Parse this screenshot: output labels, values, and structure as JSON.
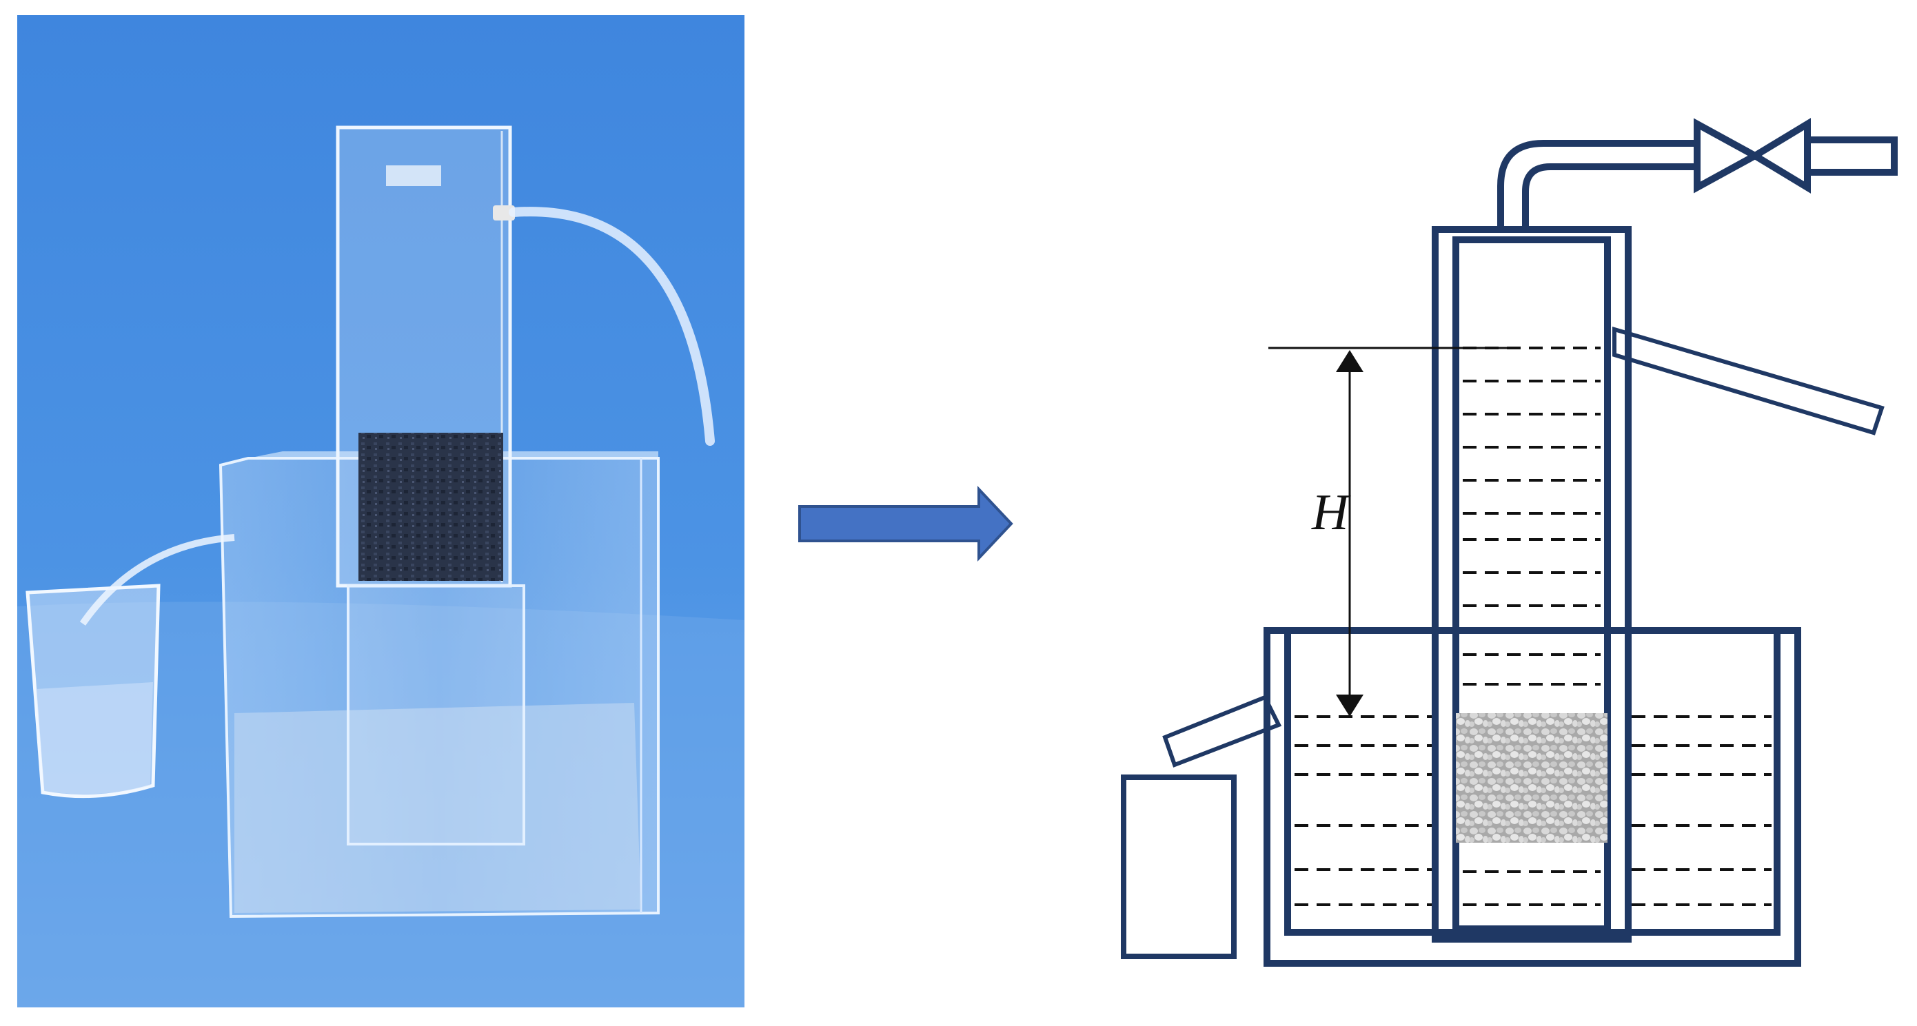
{
  "figure": {
    "left_panel": {
      "content": "photo"
    },
    "right_panel": {
      "content": "schematic"
    }
  },
  "labels": {
    "head_height": "H"
  },
  "colors": {
    "background": "#ffffff",
    "photo_backdrop": "#4a8fe0",
    "arrow_fill": "#4472c4",
    "arrow_stroke": "#2f528f",
    "schematic_outline": "#1f3864",
    "annotation": "#111111",
    "water_dash": "#111111",
    "specimen": "#b9b9b9"
  }
}
